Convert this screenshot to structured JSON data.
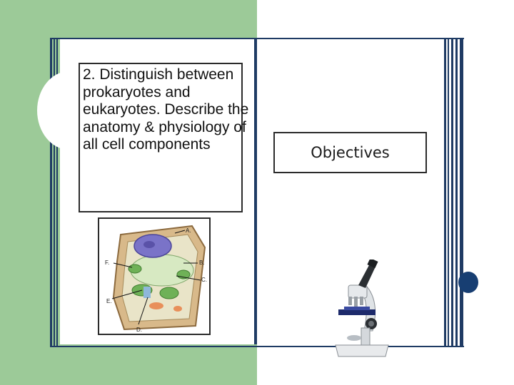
{
  "slide": {
    "body_text": "2.  Distinguish between prokaryotes and eukaryotes. Describe the anatomy & physiology of all cell components",
    "title": "Objectives"
  },
  "cell_diagram": {
    "labels": [
      "A.",
      "B.",
      "C.",
      "D.",
      "E.",
      "F."
    ]
  },
  "colors": {
    "green_band": "#9cca98",
    "book_lines": "#1f3b64",
    "nucleus": "#7a73c8",
    "chloroplast": "#6fb157",
    "cell_wall": "#d8b98a"
  }
}
